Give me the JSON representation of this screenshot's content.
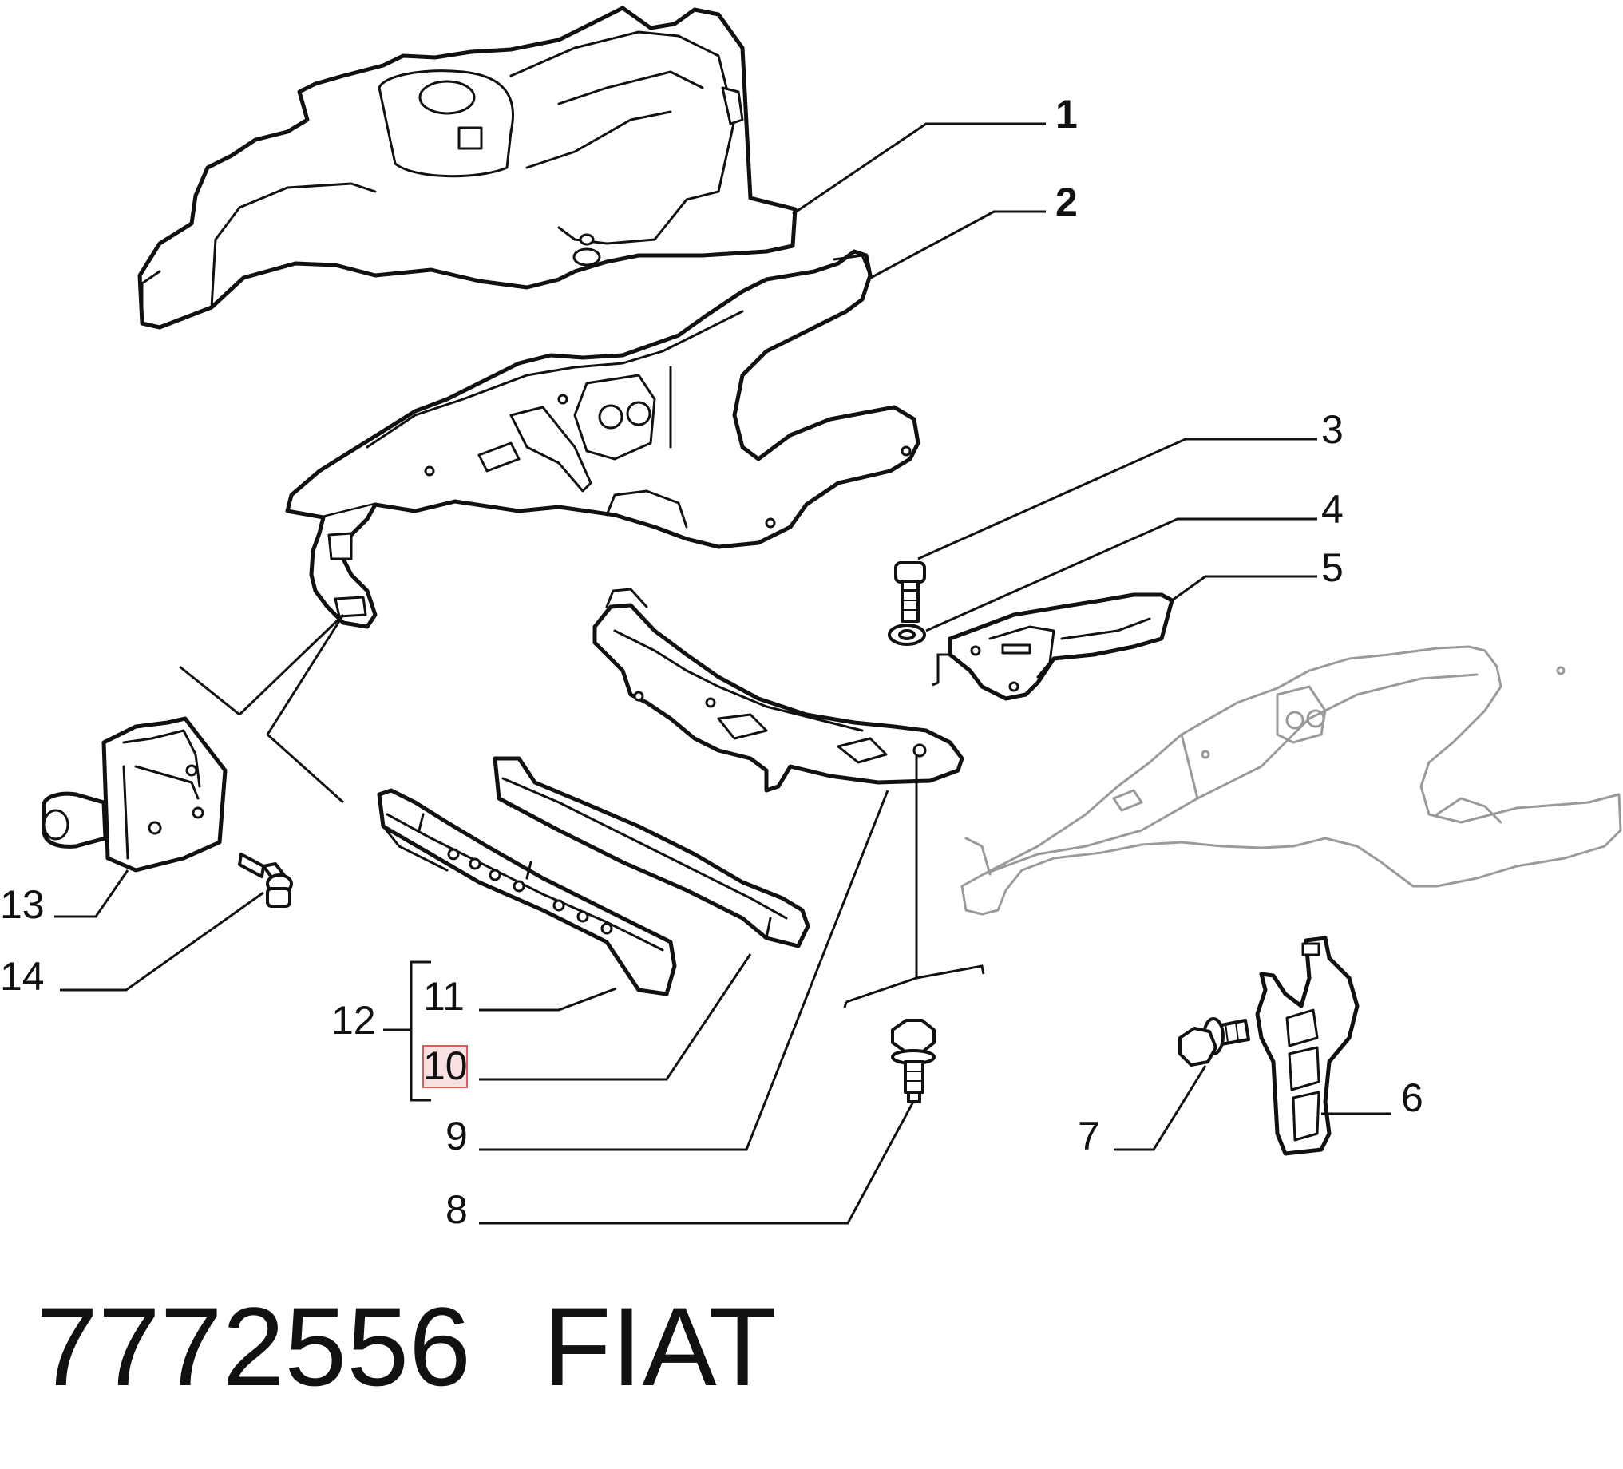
{
  "labels": {
    "p1": "1",
    "p2": "2",
    "p3": "3",
    "p4": "4",
    "p5": "5",
    "p6": "6",
    "p7": "7",
    "p8": "8",
    "p9": "9",
    "p10": "10",
    "p11": "11",
    "p12": "12",
    "p13": "13",
    "p14": "14"
  },
  "caption": {
    "part_number": "7772556",
    "brand": "FIAT"
  },
  "highlight": {
    "label": "10",
    "color": "#e05a5a"
  },
  "colors": {
    "ink": "#111111",
    "ghost": "#9a9a9a"
  }
}
